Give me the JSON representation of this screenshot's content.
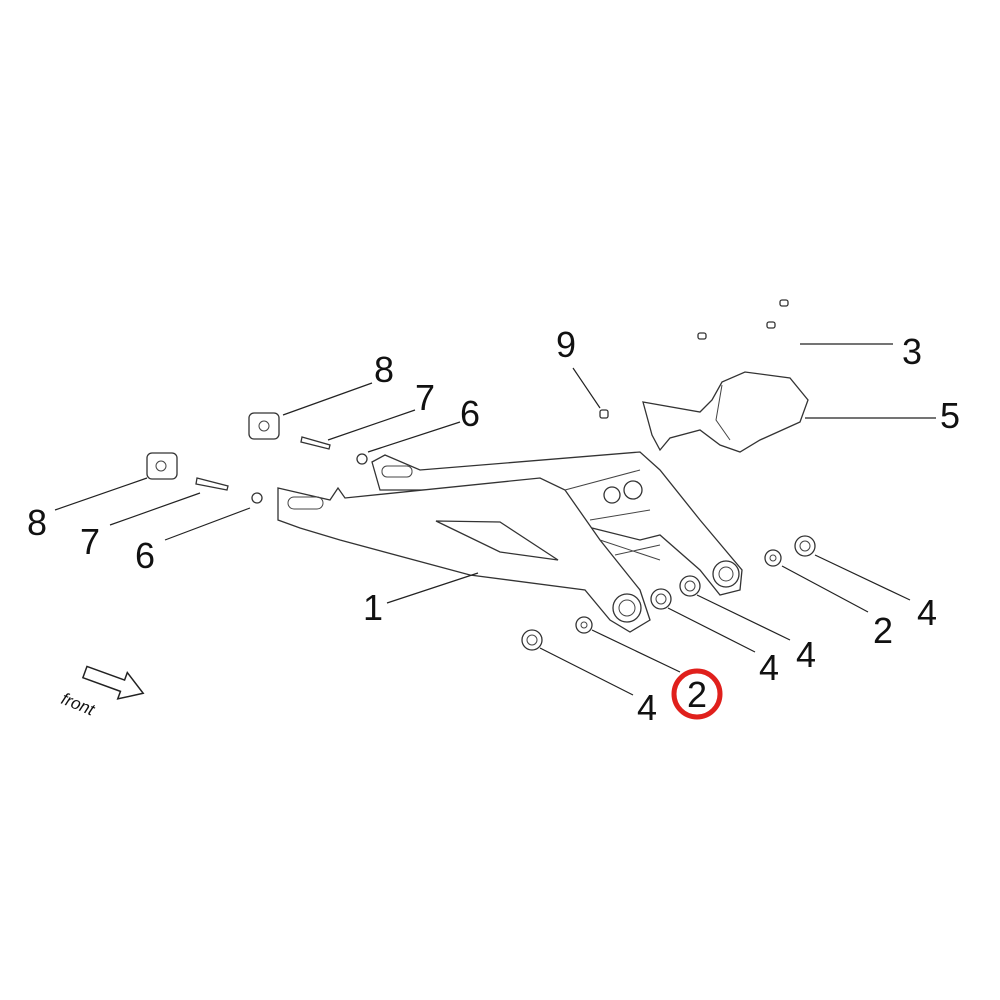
{
  "diagram": {
    "title_direction_label": "front",
    "highlight_color": "#e0201c",
    "callouts": [
      {
        "id": "c9",
        "label": "9"
      },
      {
        "id": "c3",
        "label": "3"
      },
      {
        "id": "c8a",
        "label": "8"
      },
      {
        "id": "c7a",
        "label": "7"
      },
      {
        "id": "c6a",
        "label": "6"
      },
      {
        "id": "c5",
        "label": "5"
      },
      {
        "id": "c8b",
        "label": "8"
      },
      {
        "id": "c7b",
        "label": "7"
      },
      {
        "id": "c6b",
        "label": "6"
      },
      {
        "id": "c1",
        "label": "1"
      },
      {
        "id": "c4a",
        "label": "4"
      },
      {
        "id": "c2a",
        "label": "2"
      },
      {
        "id": "c4b",
        "label": "4"
      },
      {
        "id": "c4c",
        "label": "4"
      },
      {
        "id": "c4d",
        "label": "4"
      },
      {
        "id": "c2b",
        "label": "2",
        "highlighted": true
      }
    ]
  }
}
